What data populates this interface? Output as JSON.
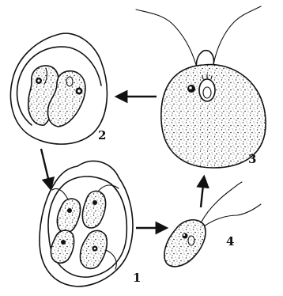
{
  "labels": {
    "stage_1": "1",
    "stage_2": "2",
    "stage_3": "3",
    "stage_4": "4"
  },
  "colors": {
    "ink": "#111111",
    "background": "#ffffff"
  }
}
